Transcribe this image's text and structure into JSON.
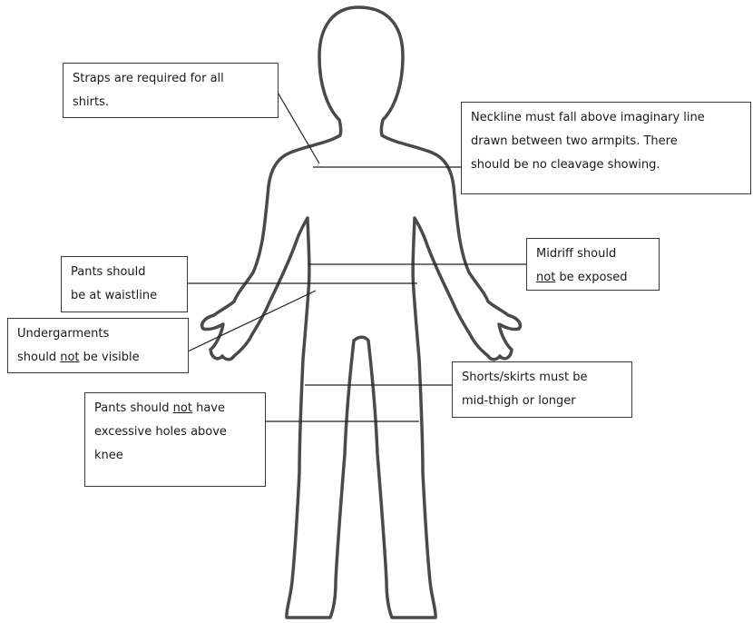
{
  "colors": {
    "outline": "#4a4a4a",
    "box_border": "#3a3a3a",
    "text": "#1a1a1a",
    "leader": "#222222"
  },
  "callouts": {
    "straps": {
      "lines": [
        [
          "Straps are required for all"
        ],
        [
          "shirts."
        ]
      ]
    },
    "neckline": {
      "lines": [
        [
          "Neckline must fall above imaginary line"
        ],
        [
          "drawn between two armpits. There"
        ],
        [
          "should be no cleavage showing."
        ]
      ]
    },
    "waistline": {
      "lines": [
        [
          "Pants should"
        ],
        [
          "be at waistline"
        ]
      ]
    },
    "midriff": {
      "lines": [
        [
          "Midriff should"
        ],
        [
          {
            "u": "not"
          },
          " be exposed"
        ]
      ]
    },
    "undergarments": {
      "lines": [
        [
          "Undergarments"
        ],
        [
          "should ",
          {
            "u": "not"
          },
          " be visible"
        ]
      ]
    },
    "shorts": {
      "lines": [
        [
          "Shorts/skirts must be"
        ],
        [
          "mid-thigh or longer"
        ]
      ]
    },
    "holes": {
      "lines": [
        [
          "Pants should ",
          {
            "u": "not"
          },
          " have"
        ],
        [
          "excessive holes above"
        ],
        [
          "knee"
        ]
      ]
    }
  }
}
